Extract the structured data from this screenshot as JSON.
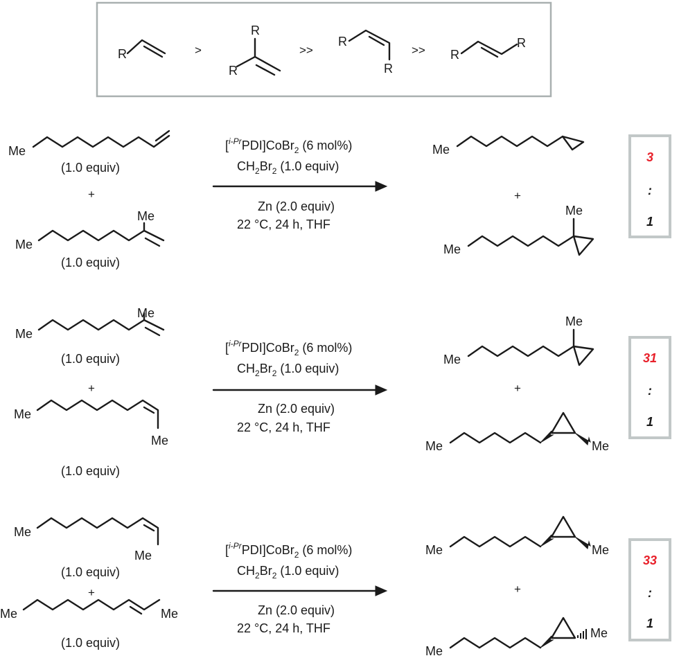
{
  "reactivity_order": {
    "groups": [
      "R",
      "R",
      "R",
      "R",
      "R",
      "R",
      "R"
    ],
    "operators": [
      ">",
      ">>",
      ">>"
    ]
  },
  "substituent": "Me",
  "equiv_label": "(1.0 equiv)",
  "plus": "+",
  "conditions": {
    "cat_bracket_open": "[",
    "cat_sup": "i-Pr",
    "cat_main": "PDI]CoBr",
    "cat_sub": "2",
    "cat_loading": " (6 mol%)",
    "dihalide_a": "CH",
    "dihalide_sub1": "2",
    "dihalide_b": "Br",
    "dihalide_sub2": "2",
    "dihalide_equiv": " (1.0 equiv)",
    "reductant": "Zn (2.0 equiv)",
    "temp_time_solvent": "22 °C, 24 h, THF"
  },
  "ratios": [
    {
      "major": "3",
      "sep": ":",
      "minor": "1"
    },
    {
      "major": "31",
      "sep": ":",
      "minor": "1"
    },
    {
      "major": "33",
      "sep": ":",
      "minor": "1"
    }
  ],
  "colors": {
    "major_ratio": "#e8202a",
    "text": "#1a1a1a",
    "frame": "#a9b0b0"
  }
}
